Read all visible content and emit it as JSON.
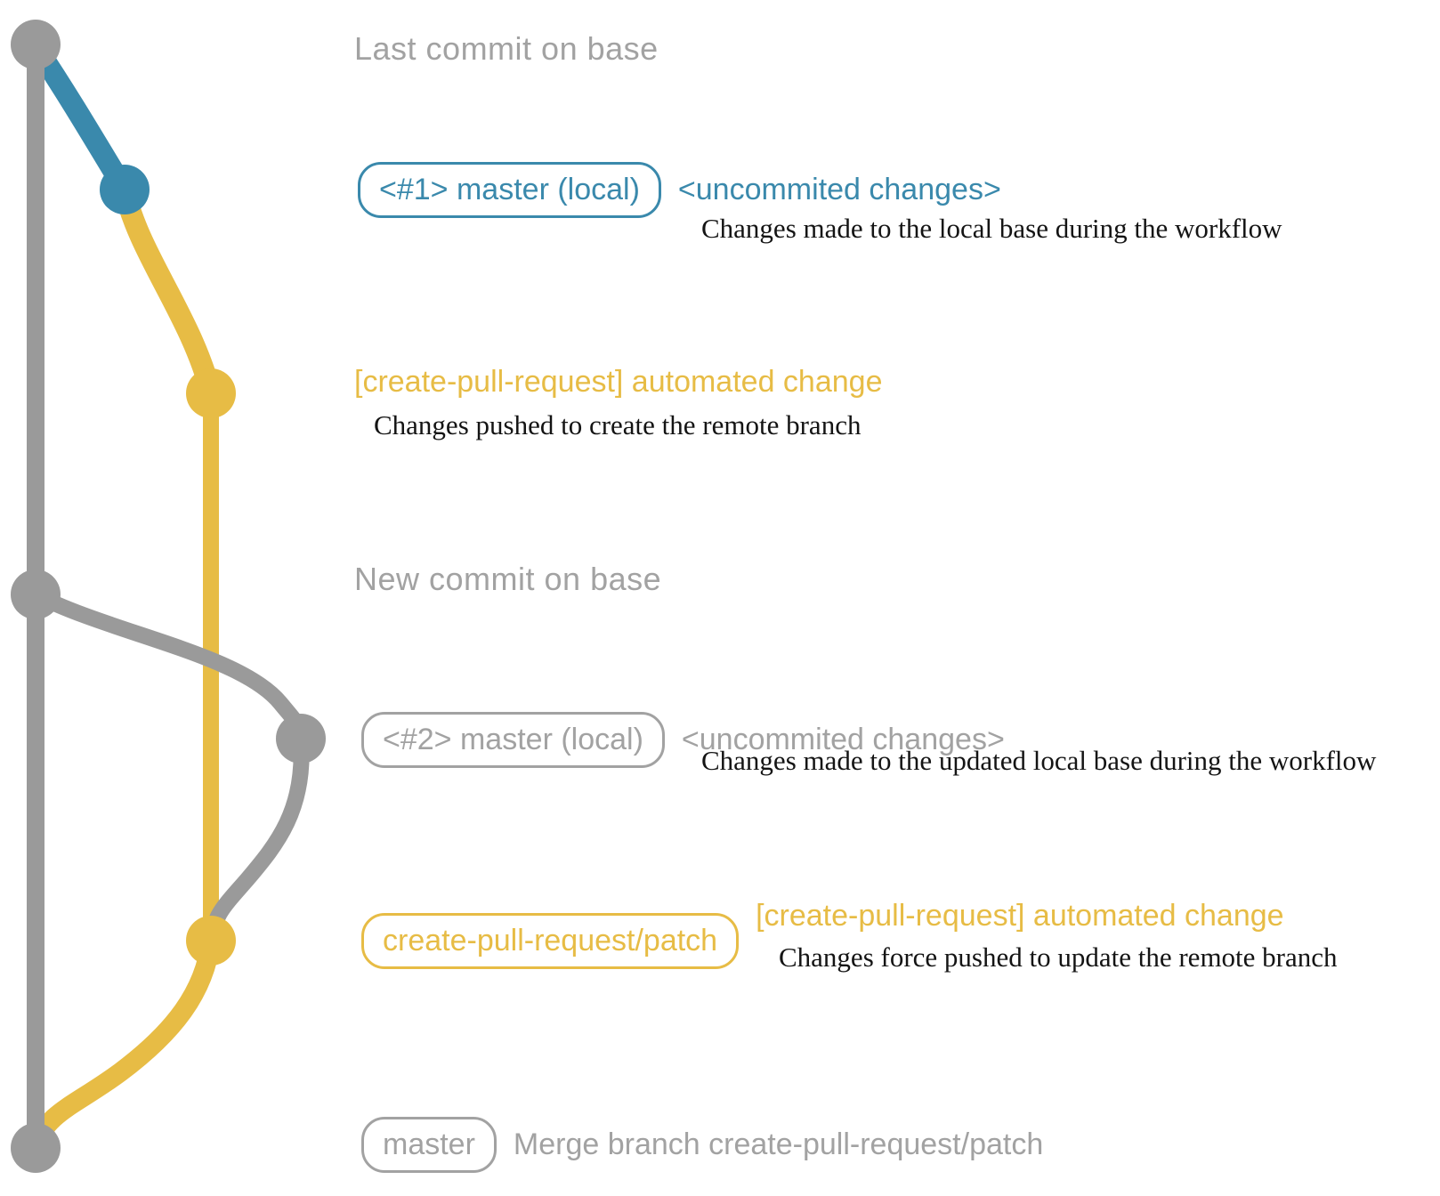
{
  "colors": {
    "gray": "#9a9a9a",
    "gray-text": "#a2a2a2",
    "blue": "#3a89ac",
    "yellow": "#e7bc45",
    "black": "#141414"
  },
  "graph": {
    "nodes": [
      {
        "id": "last-commit-on-base",
        "color": "gray"
      },
      {
        "id": "master-local-1",
        "color": "blue"
      },
      {
        "id": "create-pull-request-commit-1",
        "color": "yellow"
      },
      {
        "id": "new-commit-on-base",
        "color": "gray"
      },
      {
        "id": "master-local-2",
        "color": "gray"
      },
      {
        "id": "create-pull-request-commit-2",
        "color": "yellow"
      },
      {
        "id": "merge-commit",
        "color": "gray"
      }
    ]
  },
  "annotations": {
    "heading_top": "Last commit on base",
    "row1": {
      "box": "<#1> master (local)",
      "note": "<uncommited changes>",
      "desc": "Changes made to the local base during the workflow"
    },
    "row2": {
      "note": "[create-pull-request] automated change",
      "desc": "Changes pushed to create the remote branch"
    },
    "heading_mid": "New commit on base",
    "row3": {
      "box": "<#2> master (local)",
      "note": "<uncommited changes>",
      "desc": "Changes made to the updated local base during the workflow"
    },
    "row4": {
      "box": "create-pull-request/patch",
      "note": "[create-pull-request] automated change",
      "desc": "Changes force pushed to update the remote branch"
    },
    "row5": {
      "box": "master",
      "note": "Merge branch create-pull-request/patch"
    }
  }
}
